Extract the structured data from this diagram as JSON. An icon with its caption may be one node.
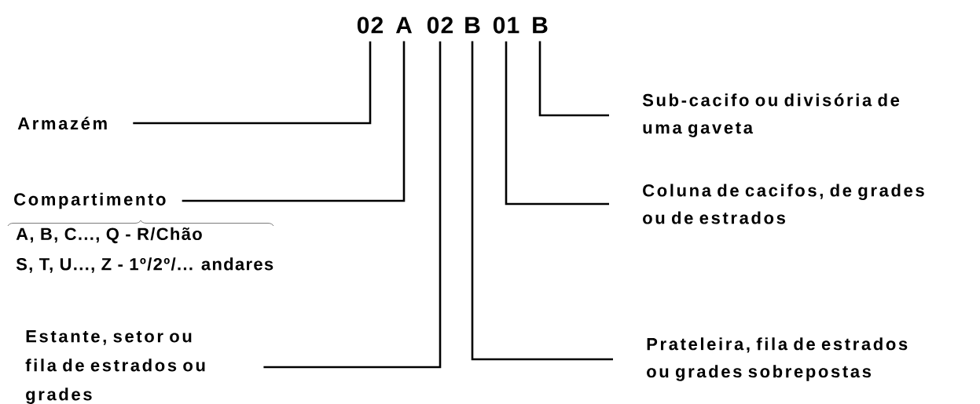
{
  "diagram": {
    "nodes": [
      {
        "text": [
          "02"
        ]
      },
      {
        "text": [
          "A"
        ]
      },
      {
        "text": [
          "02"
        ]
      },
      {
        "text": [
          "B"
        ]
      },
      {
        "text": [
          "01"
        ]
      },
      {
        "text": [
          "B"
        ]
      },
      {
        "text": [
          "Armazém"
        ]
      },
      {
        "text": [
          "Compartimento"
        ]
      },
      {
        "text": [
          "Sub-cacifo ou divisória de uma gaveta"
        ]
      },
      {
        "text": [
          "Coluna de cacifos, de grades ou de estrados"
        ]
      },
      {
        "text": [
          "Estante, setor ou fila de estrados ou grades"
        ]
      },
      {
        "text": [
          "Prateleira, fila de estrados ou grades sobrepostas"
        ]
      }
    ],
    "edges": [
      {
        "from": 6,
        "to": 0,
        "arrow": "none"
      },
      {
        "from": 7,
        "to": 1,
        "arrow": "none"
      },
      {
        "from": 10,
        "to": 2,
        "arrow": "none"
      },
      {
        "from": 11,
        "to": 3,
        "arrow": "none"
      },
      {
        "from": 9,
        "to": 4,
        "arrow": "none"
      },
      {
        "from": 8,
        "to": 5,
        "arrow": "none"
      }
    ],
    "labels": [
      "A, B, C..., Q - R/Chão",
      "S, T, U..., Z - 1º/2º/... andares"
    ]
  }
}
